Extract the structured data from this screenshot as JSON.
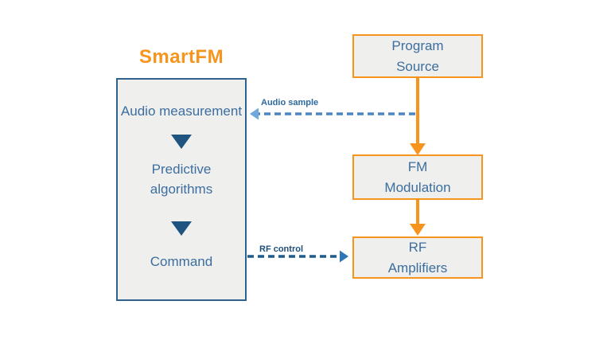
{
  "title": "SmartFM",
  "smartfm": {
    "steps": [
      "Audio measurement",
      "Predictive algorithms",
      "Command"
    ]
  },
  "boxes": {
    "program_source": {
      "line1": "Program",
      "line2": "Source"
    },
    "fm_modulation": {
      "line1": "FM",
      "line2": "Modulation"
    },
    "rf_amplifiers": {
      "line1": "RF",
      "line2": "Amplifiers"
    }
  },
  "arrows": {
    "audio_sample_label": "Audio sample",
    "rf_control_label": "RF control"
  },
  "colors": {
    "accent_orange": "#F7941E",
    "box_fill": "#EFEFED",
    "smartfm_border": "#2F618E",
    "box_text": "#3C6E9F",
    "triangle": "#1F5380",
    "audio_dash": "#4A86C5",
    "audio_arrowhead": "#6FA8DC",
    "audio_label": "#2D6A9F",
    "rf_dash": "#1F5C8B",
    "rf_arrowhead": "#2E75B6",
    "rf_label": "#1F4E79"
  }
}
